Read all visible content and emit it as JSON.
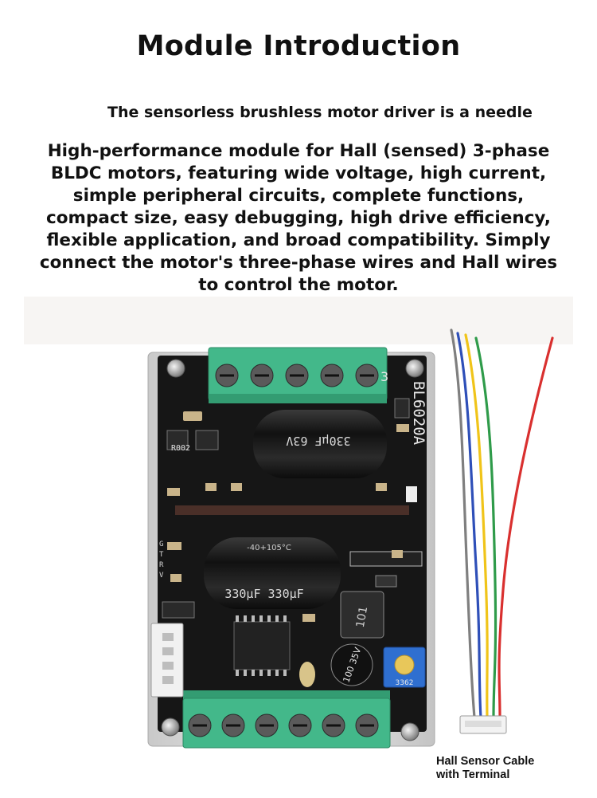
{
  "title": "Module Introduction",
  "subtitle": "The sensorless brushless motor driver is a needle",
  "description_lines": [
    "High-performance module for Hall (sensed) 3-phase",
    "BLDC motors, featuring wide voltage, high current,",
    "simple peripheral circuits, complete functions,",
    "compact size, easy debugging, high drive efficiency,",
    "flexible application, and broad compatibility. Simply",
    "connect the motor's three-phase wires and Hall wires",
    "to control the motor."
  ],
  "board": {
    "model_label": "BL6020A",
    "corner_mark": "3",
    "resistor_label": "R002",
    "capacitor_top_label": "330µF  63V",
    "capacitor_mid_label": "330µF 330µF",
    "capacitor_temp_label": "-40+105°C",
    "inductor_label": "101",
    "small_cap_label": "100 35V",
    "pot_label": "3362",
    "pin_labels": [
      "G",
      "T",
      "R",
      "V"
    ]
  },
  "cable_caption": {
    "line1": "Hall Sensor Cable",
    "line2": "with Terminal"
  },
  "colors": {
    "board_black": "#161616",
    "terminal_green": "#43b88a",
    "heatsink_silver": "#d8d8d8",
    "wire_colors": [
      "#7f7f7f",
      "#2e4fb8",
      "#f0c419",
      "#2f9b4a",
      "#d9302f"
    ]
  }
}
